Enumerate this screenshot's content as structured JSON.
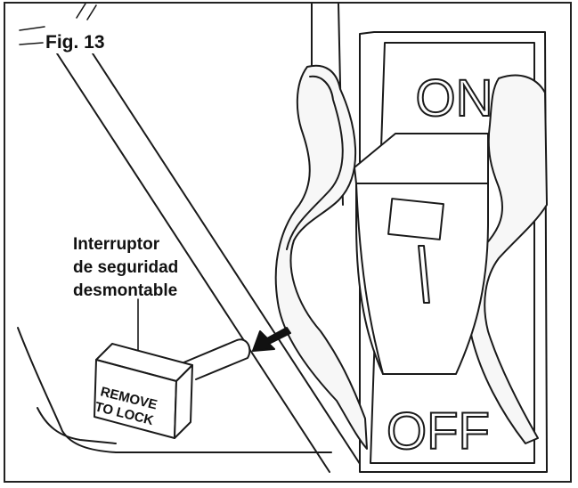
{
  "figure_label": "Fig. 13",
  "callout": {
    "line1": "Interruptor",
    "line2": "de seguridad",
    "line3": "desmontable"
  },
  "switch": {
    "on_label": "ON",
    "off_label": "OFF"
  },
  "key": {
    "line1": "REMOVE",
    "line2": "TO LOCK"
  }
}
